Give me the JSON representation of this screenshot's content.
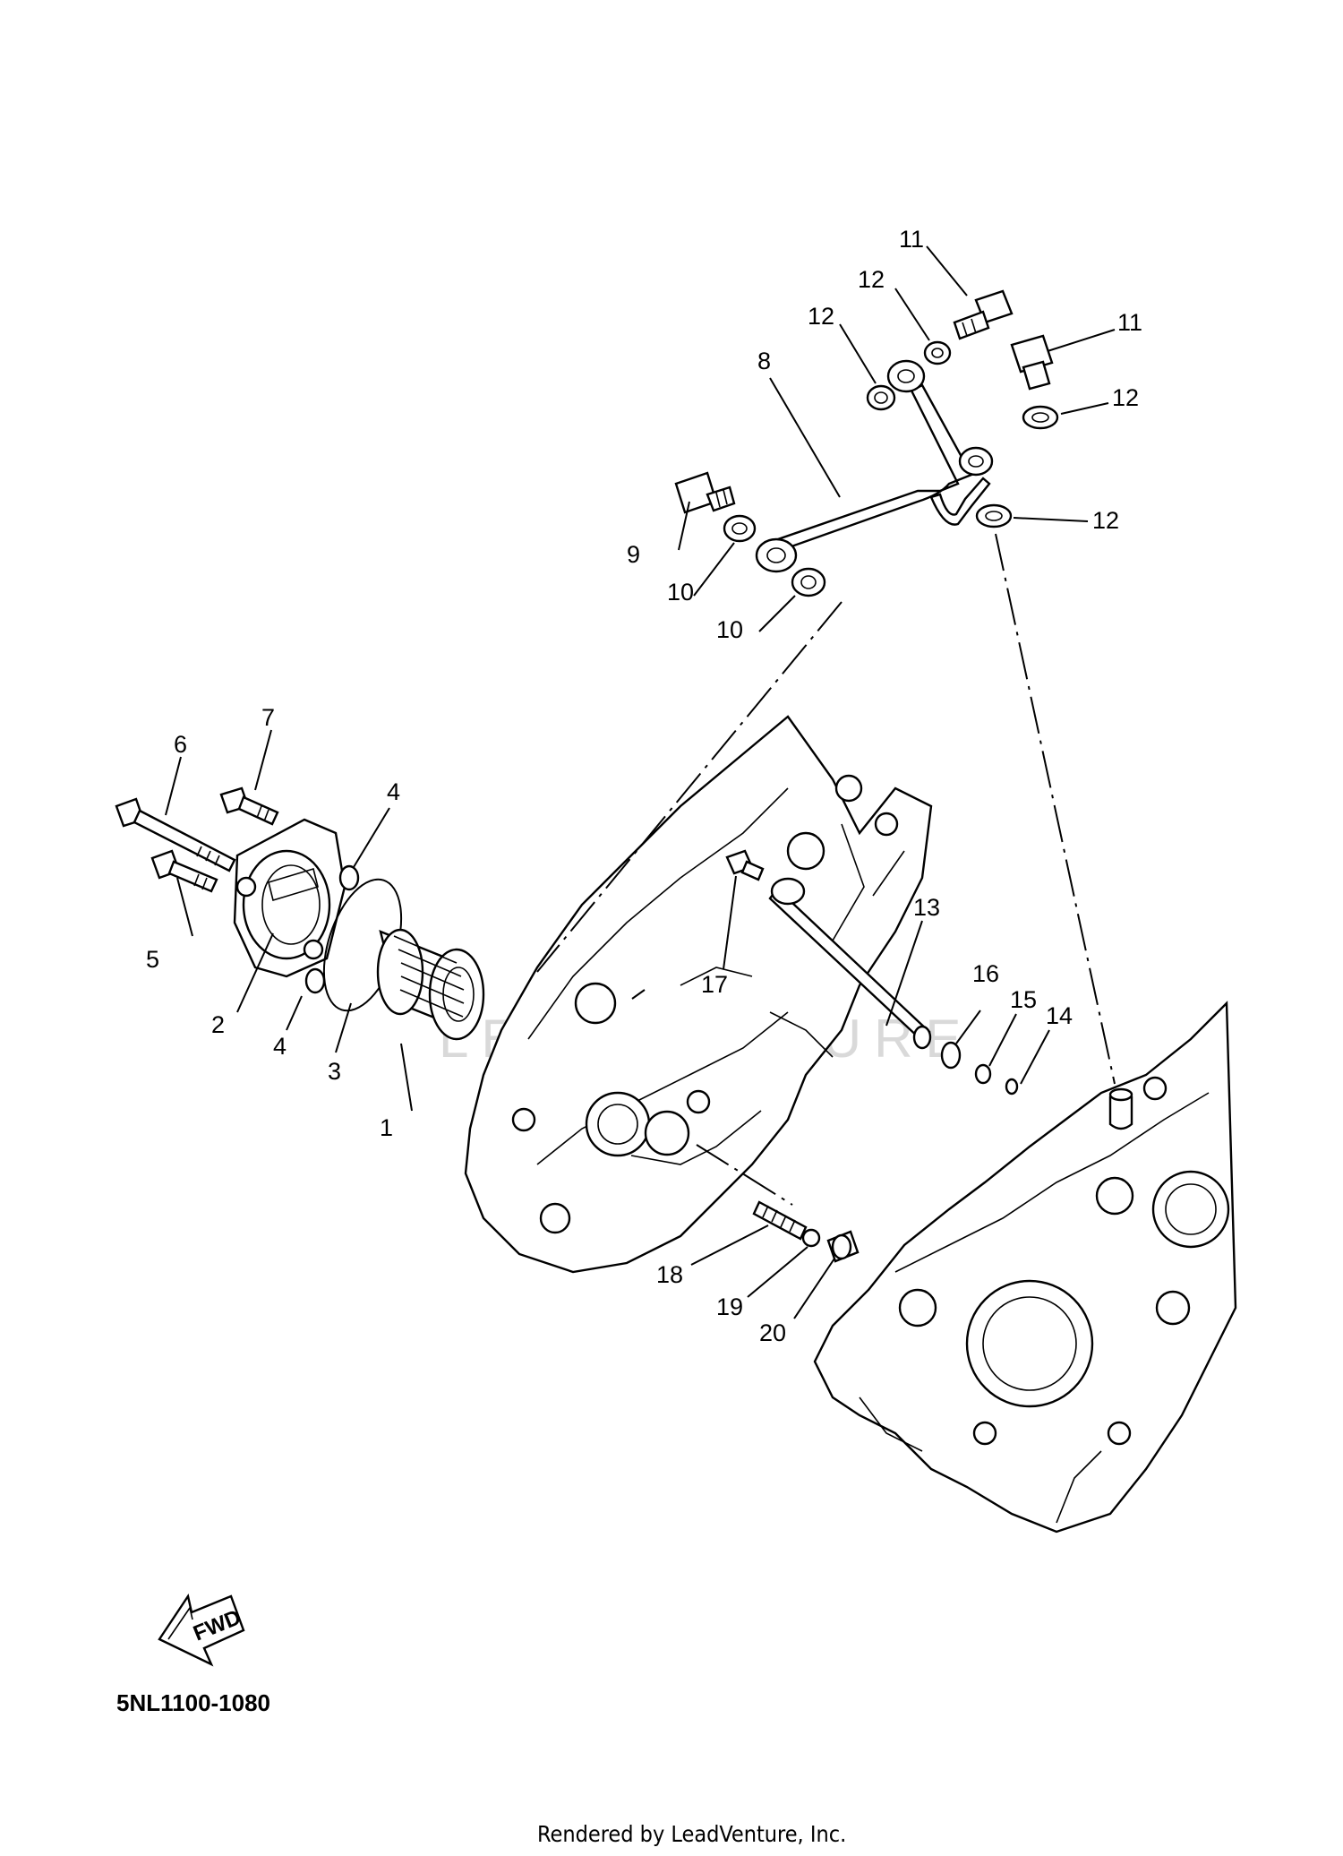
{
  "watermark": "LEADVENTURE",
  "diagram_code": "5NL1100-1080",
  "fwd_label": "FWD",
  "footer": "Rendered by LeadVenture, Inc.",
  "callouts": [
    {
      "id": "1",
      "label": "1"
    },
    {
      "id": "2",
      "label": "2"
    },
    {
      "id": "3",
      "label": "3"
    },
    {
      "id": "4a",
      "label": "4"
    },
    {
      "id": "4b",
      "label": "4"
    },
    {
      "id": "5",
      "label": "5"
    },
    {
      "id": "6",
      "label": "6"
    },
    {
      "id": "7",
      "label": "7"
    },
    {
      "id": "8",
      "label": "8"
    },
    {
      "id": "9",
      "label": "9"
    },
    {
      "id": "10a",
      "label": "10"
    },
    {
      "id": "10b",
      "label": "10"
    },
    {
      "id": "11a",
      "label": "11"
    },
    {
      "id": "11b",
      "label": "11"
    },
    {
      "id": "12a",
      "label": "12"
    },
    {
      "id": "12b",
      "label": "12"
    },
    {
      "id": "12c",
      "label": "12"
    },
    {
      "id": "12d",
      "label": "12"
    },
    {
      "id": "13",
      "label": "13"
    },
    {
      "id": "14",
      "label": "14"
    },
    {
      "id": "15",
      "label": "15"
    },
    {
      "id": "16",
      "label": "16"
    },
    {
      "id": "17",
      "label": "17"
    },
    {
      "id": "18",
      "label": "18"
    },
    {
      "id": "19",
      "label": "19"
    },
    {
      "id": "20",
      "label": "20"
    }
  ]
}
